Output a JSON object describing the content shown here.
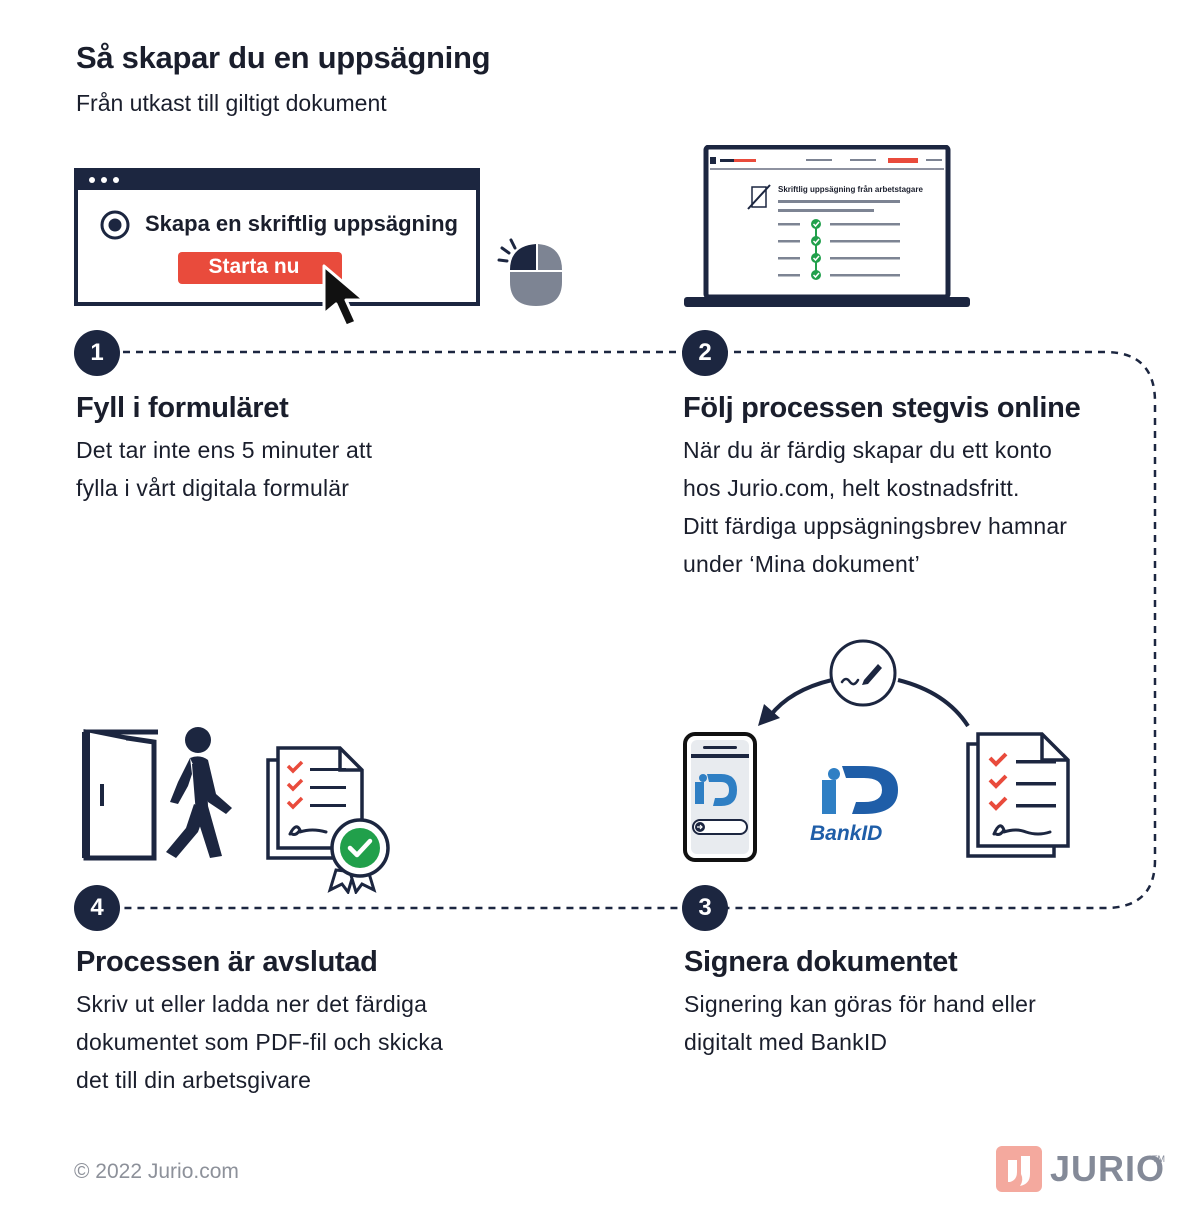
{
  "header": {
    "title": "Så skapar du en uppsägning",
    "subtitle": "Från utkast till giltigt dokument"
  },
  "steps": [
    {
      "number": "1",
      "title": "Fyll i formuläret",
      "lines": [
        "Det tar inte ens 5 minuter att",
        "fylla i vårt digitala formulär"
      ]
    },
    {
      "number": "2",
      "title": "Följ processen stegvis online",
      "lines": [
        "När du är färdig skapar du ett konto",
        "hos Jurio.com, helt kostnadsfritt.",
        "Ditt färdiga uppsägningsbrev hamnar",
        "under ‘Mina dokument’"
      ]
    },
    {
      "number": "3",
      "title": "Signera dokumentet",
      "lines": [
        "Signering kan göras för hand eller",
        "digitalt med BankID"
      ]
    },
    {
      "number": "4",
      "title": "Processen är avslutad",
      "lines": [
        "Skriv ut eller ladda ner det färdiga",
        "dokumentet som PDF-fil och skicka",
        "det till din arbetsgivare"
      ]
    }
  ],
  "illustration_form": {
    "radio_label": "Skapa en skriftlig uppsägning",
    "button_label": "Starta nu"
  },
  "illustration_laptop": {
    "document_caption": "Skriftlig uppsägning från arbetstagare"
  },
  "illustration_bankid": {
    "brand_label": "BankID"
  },
  "footer": {
    "copyright": "© 2022 Jurio.com",
    "brand": "JURIO",
    "trademark": "TM"
  },
  "icons": {
    "browser": "browser-window-icon",
    "cursor": "mouse-pointer-icon",
    "mouse": "computer-mouse-icon",
    "laptop": "laptop-icon",
    "phone": "smartphone-bankid-icon",
    "signature": "pen-signature-icon",
    "documents": "checklist-document-icon",
    "door": "door-icon",
    "walking": "walking-person-icon",
    "certified": "certified-document-icon",
    "logo": "jurio-logo-icon"
  },
  "colors": {
    "navy": "#1c2640",
    "accent_red": "#e94b3c",
    "check_green": "#21a04b",
    "bankid_blue": "#1f5ea8",
    "logo_coral": "#f4a99e"
  }
}
